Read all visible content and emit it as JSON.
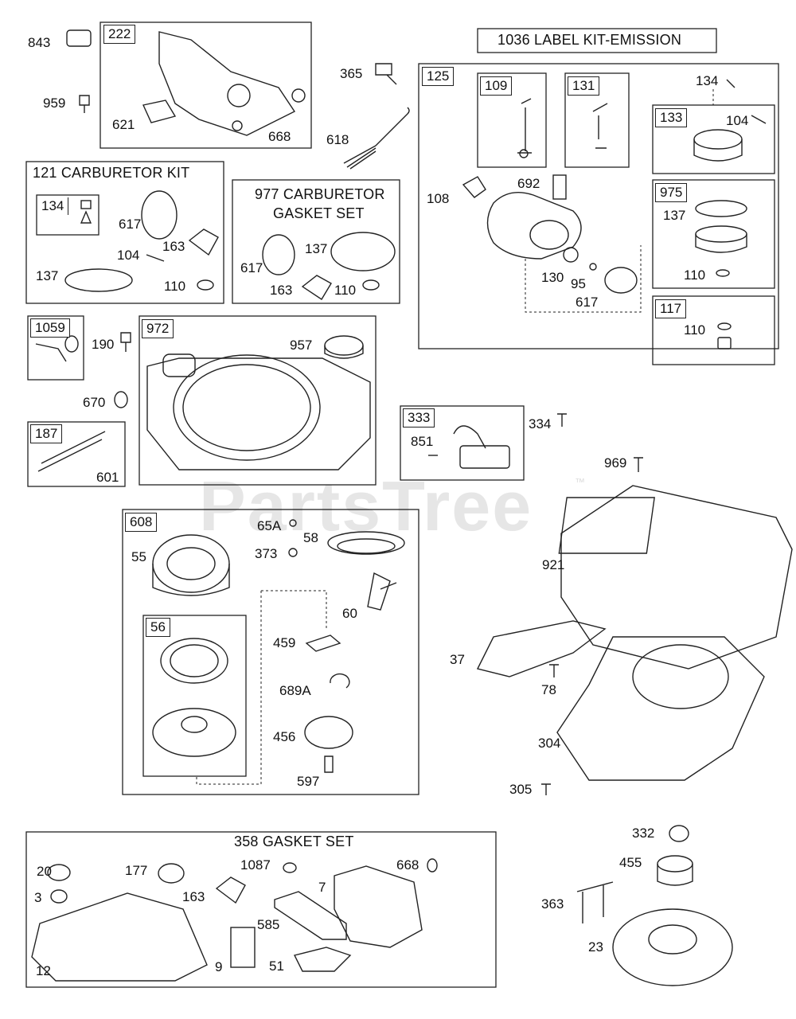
{
  "watermark": {
    "text": "PartsTree",
    "tm": "™"
  },
  "kits": {
    "emission_label_kit": "1036 LABEL KIT-EMISSION",
    "carburetor_kit": "121 CARBURETOR KIT",
    "carburetor_gasket_set_line1": "977 CARBURETOR",
    "carburetor_gasket_set_line2": "GASKET SET",
    "gasket_set": "358 GASKET SET"
  },
  "boxed_tags": {
    "t222": "222",
    "t125": "125",
    "t109": "109",
    "t131": "131",
    "t133": "133",
    "t975": "975",
    "t117": "117",
    "t134": "134",
    "t1059": "1059",
    "t972": "972",
    "t187": "187",
    "t333": "333",
    "t608": "608",
    "t56": "56"
  },
  "part_labels": {
    "p843": "843",
    "p959": "959",
    "p621": "621",
    "p668a": "668",
    "p365": "365",
    "p618": "618",
    "p134a": "134",
    "p104a": "104",
    "p692": "692",
    "p108": "108",
    "p130": "130",
    "p95": "95",
    "p617a": "617",
    "p137a": "137",
    "p110a": "110",
    "p110b": "110",
    "p617b": "617",
    "p163a": "163",
    "p104b": "104",
    "p137b": "137",
    "p110c": "110",
    "p617c": "617",
    "p137c": "137",
    "p163b": "163",
    "p110d": "110",
    "p190": "190",
    "p957": "957",
    "p670": "670",
    "p601": "601",
    "p334": "334",
    "p851": "851",
    "p969": "969",
    "p65a": "65A",
    "p58": "58",
    "p55": "55",
    "p373": "373",
    "p60": "60",
    "p459": "459",
    "p689a": "689A",
    "p456": "456",
    "p597": "597",
    "p921": "921",
    "p37": "37",
    "p78": "78",
    "p304": "304",
    "p305": "305",
    "p20": "20",
    "p177": "177",
    "p1087": "1087",
    "p668b": "668",
    "p3": "3",
    "p163c": "163",
    "p7": "7",
    "p585": "585",
    "p12": "12",
    "p9": "9",
    "p51": "51",
    "p332": "332",
    "p455": "455",
    "p363": "363",
    "p23": "23"
  }
}
